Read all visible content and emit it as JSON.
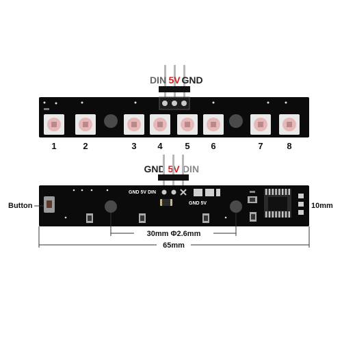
{
  "top_board": {
    "header_pins": [
      {
        "label": "DIN",
        "color": "#666666"
      },
      {
        "label": "5V",
        "color": "#d32020"
      },
      {
        "label": "GND",
        "color": "#222222"
      }
    ],
    "led_numbers": [
      "1",
      "2",
      "3",
      "4",
      "5",
      "6",
      "7",
      "8"
    ]
  },
  "bottom_board": {
    "header_pins": [
      {
        "label": "GND",
        "color": "#222222"
      },
      {
        "label": "5V",
        "color": "#d32020"
      },
      {
        "label": "DIN",
        "color": "#888888"
      }
    ],
    "silk_header": "GND 5V DIN",
    "silk_pads": "GND 5V"
  },
  "annotations": {
    "button": "Button",
    "height": "10mm",
    "hole_spacing": "30mm",
    "hole_diameter": "Φ2.6mm",
    "length": "65mm"
  },
  "colors": {
    "pcb": "#0b0b0b",
    "led_body": "#e9e9e9",
    "led_die": "#e8b8b8",
    "header_plastic": "#111111",
    "pin_metal": "#b8b8b8"
  }
}
